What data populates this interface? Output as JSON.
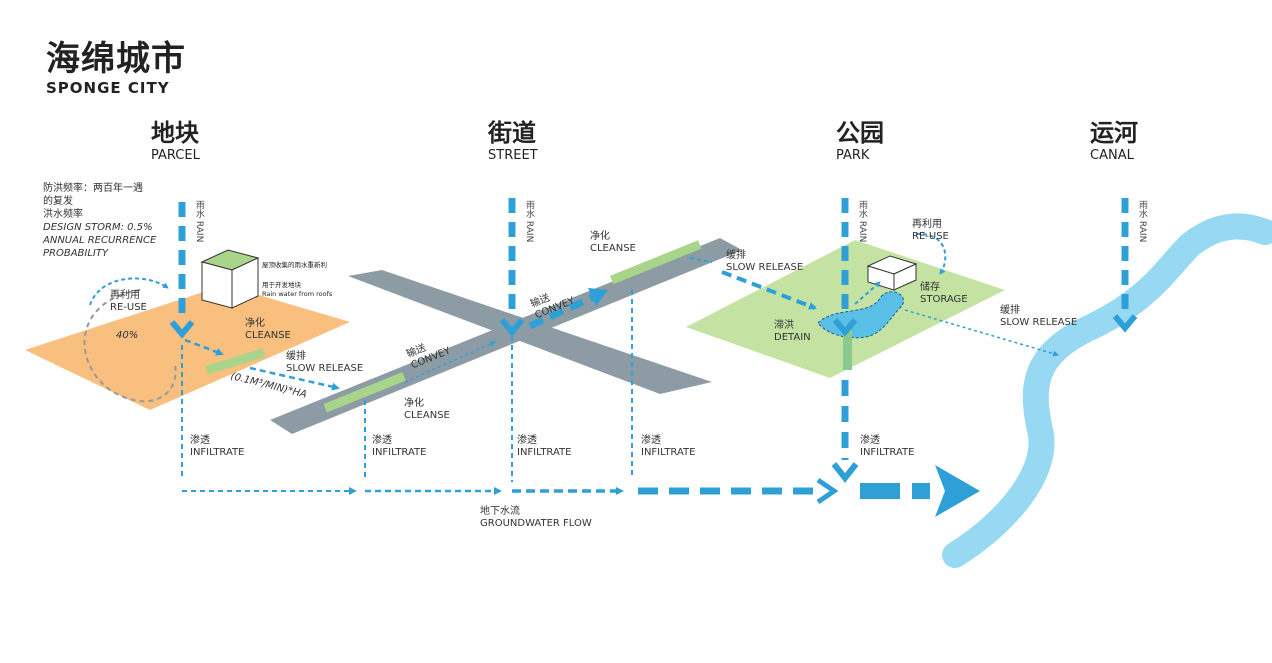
{
  "title": {
    "cn": "海绵城市",
    "en": "SPONGE CITY"
  },
  "sections": [
    {
      "cn": "地块",
      "en": "PARCEL"
    },
    {
      "cn": "街道",
      "en": "STREET"
    },
    {
      "cn": "公园",
      "en": "PARK"
    },
    {
      "cn": "运河",
      "en": "CANAL"
    }
  ],
  "rain": {
    "cn": "雨水",
    "en": "RAIN"
  },
  "design_storm": {
    "cn1": "防洪频率：两百年一遇",
    "cn2": "的复发",
    "cn3": "洪水频率",
    "en1": "DESIGN STORM: 0.5%",
    "en2": "ANNUAL RECURRENCE",
    "en3": "PROBABILITY"
  },
  "roof": {
    "cn1": "屋顶收集的雨水重新利",
    "cn2": "用于开发地块",
    "en": "Rain water from roofs"
  },
  "reuse": {
    "cn": "再利用",
    "en": "RE-USE"
  },
  "percent": "40%",
  "cleanse": {
    "cn": "净化",
    "en": "CLEANSE"
  },
  "slow_release": {
    "cn": "缓排",
    "en": "SLOW RELEASE"
  },
  "rate": "(0.1M³/MIN)*HA",
  "convey": {
    "cn": "输送",
    "en": "CONVEY"
  },
  "infiltrate": {
    "cn": "渗透",
    "en": "INFILTRATE"
  },
  "groundwater": {
    "cn": "地下水流",
    "en": "GROUNDWATER FLOW"
  },
  "storage": {
    "cn": "储存",
    "en": "STORAGE"
  },
  "detain": {
    "cn": "滞洪",
    "en": "DETAIN"
  },
  "colors": {
    "water": "#2f9fd8",
    "parcel": "#f8bf7e",
    "street": "#8d9ca4",
    "park": "#c4e3a3",
    "bioswale": "#a9d58b",
    "canal": "#97d9f2"
  }
}
